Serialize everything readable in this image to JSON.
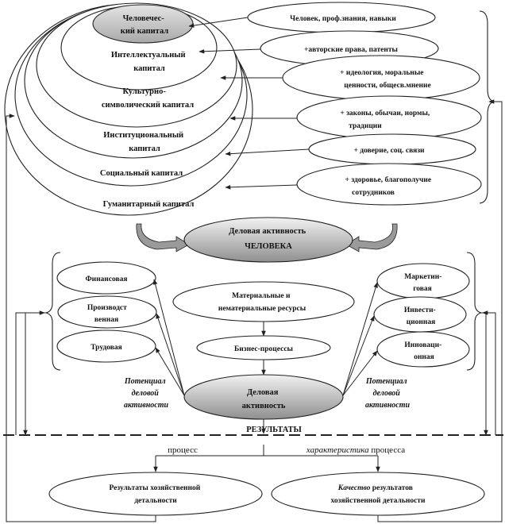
{
  "capitals": {
    "human": [
      "Человечес-",
      "кий капитал"
    ],
    "intellectual": [
      "Интеллектуальный",
      "капитал"
    ],
    "cultural": [
      "Культурно-",
      "символический капитал"
    ],
    "institutional": [
      "Институциональный",
      "капитал"
    ],
    "social": [
      "Социальный капитал"
    ],
    "humanitarian": [
      "Гуманитарный капитал"
    ]
  },
  "components": {
    "knowledge": [
      "Человек, проф.знания, навыки"
    ],
    "copyright": [
      "+авторские права, патенты"
    ],
    "ideology": [
      "+ идеология, моральные",
      "ценности, общесв.мнение"
    ],
    "laws": [
      "+ законы, обычаи, нормы,",
      "традиции"
    ],
    "trust": [
      "+ доверие, соц. связи"
    ],
    "health": [
      "+ здоровье, благополучие",
      "сотрудников"
    ]
  },
  "human_activity": [
    "Деловая активность",
    "ЧЕЛОВЕКА"
  ],
  "left_types": {
    "financial": [
      "Финансовая"
    ],
    "production": [
      "Производст",
      "венная"
    ],
    "labor": [
      "Трудовая"
    ]
  },
  "right_types": {
    "marketing": [
      "Маркетин-",
      "говая"
    ],
    "investment": [
      "Инвести-",
      "ционная"
    ],
    "innovation": [
      "Инноваци-",
      "онная"
    ]
  },
  "resources": [
    "Материальные и",
    "нематериальные ресурсы"
  ],
  "business_processes": [
    "Бизнес-процессы"
  ],
  "business_activity": [
    "Деловая",
    "активность"
  ],
  "potential_left": [
    "Потенциал",
    "деловой",
    "активности"
  ],
  "potential_right": [
    "Потенциал",
    "деловой",
    "активности"
  ],
  "results_label": "РЕЗУЛЬТАТЫ",
  "process_label": "процесс",
  "characteristic_italic": "характеристика",
  "characteristic_rest": " процесса",
  "result_left": [
    "Результаты хозяйственной",
    "детальности"
  ],
  "result_right_italic": "Качество",
  "result_right_rest": " результатов",
  "result_right_line2": "хозяйственной детальности"
}
